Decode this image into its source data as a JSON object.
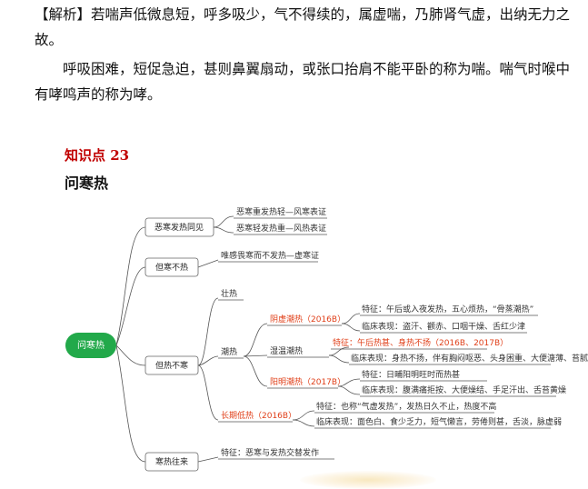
{
  "text": {
    "p1_bracket_label": "【解析】",
    "p1_body": "若喘声低微息短，呼多吸少，气不得续的，属虚喘，乃肺肾气虚，出纳无力之故。",
    "p2_body": "呼吸困难，短促急迫，甚则鼻翼扇动，或张口抬肩不能平卧的称为喘。喘气时喉中有哮鸣声的称为哮。",
    "knowledge_point": "知识点 23",
    "section_title": "问寒热"
  },
  "mindmap": {
    "root": "问寒热",
    "wuhan_faxiang": "恶寒发热同见",
    "wuhan_sub1": "恶寒重发热轻—风寒表证",
    "wuhan_sub2": "恶寒轻发热重—风热表证",
    "danhan": "但寒不热",
    "danhan_sub": "唯感畏寒而不发热—虚寒证",
    "danre": "但热不寒",
    "zhuangre": "壮热",
    "chaore": "潮热",
    "yinxu": "阴虚潮热（2016B）",
    "yinxu_feat": "特征：午后或入夜发热，五心烦热，“骨蒸潮热”",
    "yinxu_clin": "临床表现：盗汗、颧赤、口咽干燥、舌红少津",
    "shiwen": "湿温潮热",
    "shiwen_feat": "特征：午后热甚、身热不扬（2016B、2017B）",
    "shiwen_clin": "临床表现：身热不扬，伴有胸闷呕恶、头身困重、大便溏薄、苔腻",
    "yangming": "阳明潮热（2017B）",
    "yangming_feat": "特征：日晡阳明旺时而热甚",
    "yangming_clin": "临床表现：腹满痛拒按、大便燥结、手足汗出、舌苔黄燥",
    "changqi": "长期低热（2016B）",
    "changqi_feat": "特征：也称“气虚发热”，发热日久不止，热度不高",
    "changqi_clin": "临床表现：面色白、食少乏力，短气懒言，劳倦则甚，舌淡，脉虚弱",
    "hanre": "寒热往来",
    "hanre_sub": "特征：恶寒与发热交替发作"
  },
  "colors": {
    "root_fill": "#22a94a",
    "highlight_red": "#e0401a",
    "line": "#555555",
    "knowledge_red": "#c00000"
  }
}
